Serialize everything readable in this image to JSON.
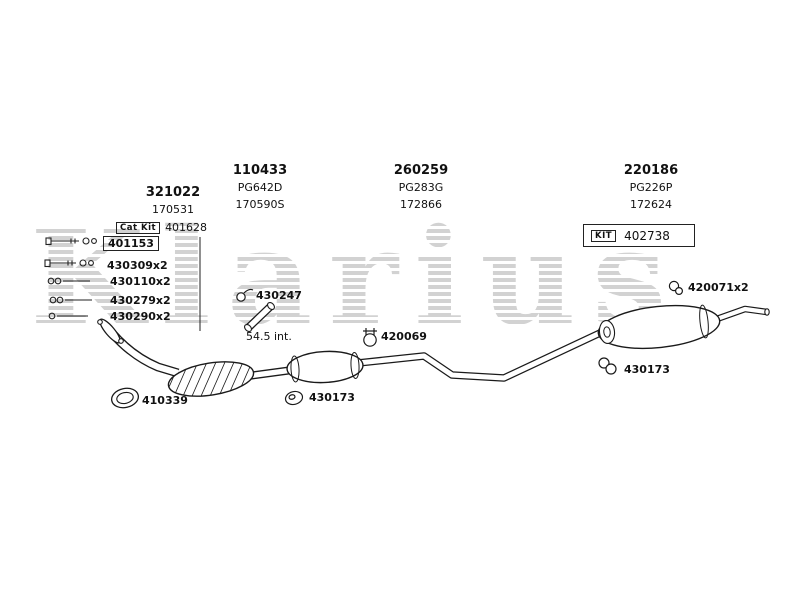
{
  "watermark": "Klarius",
  "part_groups": [
    {
      "code": "321022",
      "refs": [
        "170531"
      ]
    },
    {
      "code": "110433",
      "refs": [
        "PG642D",
        "170590S"
      ]
    },
    {
      "code": "260259",
      "refs": [
        "PG283G",
        "172866"
      ]
    },
    {
      "code": "220186",
      "refs": [
        "PG226P",
        "172624"
      ]
    }
  ],
  "kits": {
    "cat": {
      "label": "Cat Kit",
      "number": "401628"
    },
    "rear": {
      "label": "KIT",
      "number": "402738"
    }
  },
  "hardware_items": [
    "401153",
    "430309x2",
    "430110x2",
    "430279x2",
    "430290x2"
  ],
  "callouts": {
    "front_hanger": "430247",
    "pipe_note": "54.5 int.",
    "clamp": "420069",
    "rear_hanger": "420071x2",
    "mid_mount": "430173",
    "rear_mount": "430173",
    "gasket": "410339"
  }
}
